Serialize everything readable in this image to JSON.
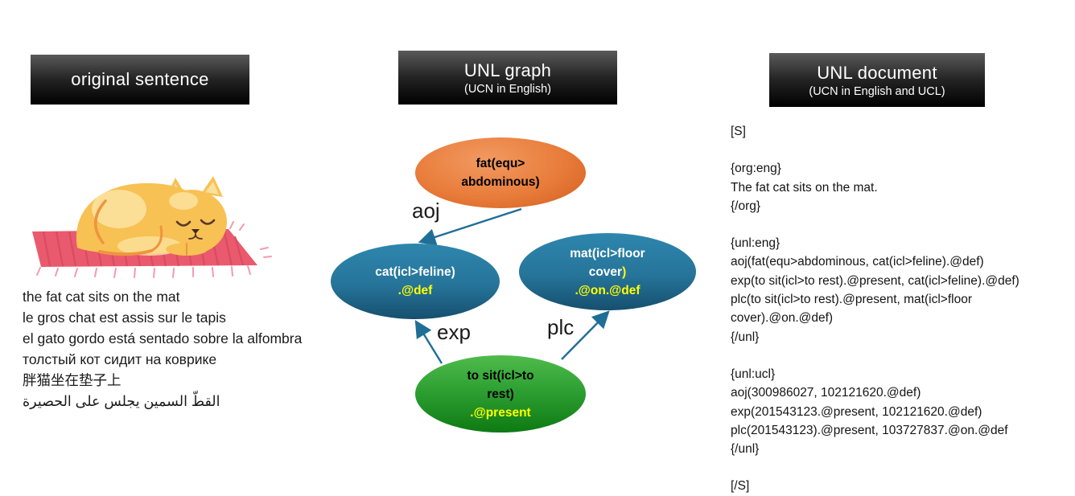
{
  "panels": {
    "original": {
      "title": "original sentence",
      "illustration": "cat-sleeping-on-mat",
      "sentences": [
        "the fat cat sits on the mat",
        "le gros chat est assis sur le tapis",
        "el gato gordo está sentado sobre la alfombra",
        "толстый кот сидит на коврике",
        "胖猫坐在垫子上",
        "القطّ السمين يجلس على الحصيرة"
      ]
    },
    "graph": {
      "title": "UNL graph",
      "subtitle": "(UCN in English)",
      "nodes": {
        "fat": {
          "line1": "fat(equ>",
          "line2": "abdominous)"
        },
        "cat": {
          "line1": "cat(icl>feline)",
          "attr": ".@def"
        },
        "mat": {
          "line1": "mat(icl>floor",
          "line2": "cover",
          "line2_suffix": ")",
          "attr": ".@on.@def"
        },
        "sit": {
          "line1": "to sit(icl>to",
          "line2": "rest)",
          "attr": ".@present"
        }
      },
      "edges": {
        "aoj": "aoj",
        "exp": "exp",
        "plc": "plc"
      }
    },
    "document": {
      "title": "UNL document",
      "subtitle": "(UCN in English and UCL)",
      "open_tag": "[S]",
      "org_section": [
        "{org:eng}",
        "The fat cat sits on the mat.",
        "{/org}"
      ],
      "unl_eng_section": [
        "{unl:eng}",
        "aoj(fat(equ>abdominous, cat(icl>feline).@def)",
        "exp(to sit(icl>to rest).@present, cat(icl>feline).@def)",
        "plc(to sit(icl>to rest).@present, mat(icl>floor",
        "cover).@on.@def)",
        "{/unl}"
      ],
      "unl_ucl_section": [
        "{unl:ucl}",
        "aoj(300986027, 102121620.@def)",
        "exp(201543123.@present, 102121620.@def)",
        "plc(201543123).@present, 103727837.@on.@def",
        "{/unl}"
      ],
      "close_tag": "[/S]"
    }
  },
  "colors": {
    "header_bg_top": "#5a5a5a",
    "header_bg_bottom": "#000000",
    "header_text": "#ffffff",
    "node_fat_orange": "#E87C3A",
    "node_concept_blue": "#26749A",
    "node_sit_green": "#2EA033",
    "attr_yellow": "#FFFF00",
    "edge_line": "#1F6E96",
    "mat_pink": "#EA5A6E",
    "mat_stripe": "#D94A60",
    "cat_body_orange": "#F8C153",
    "cat_patch": "#FBE09A"
  }
}
